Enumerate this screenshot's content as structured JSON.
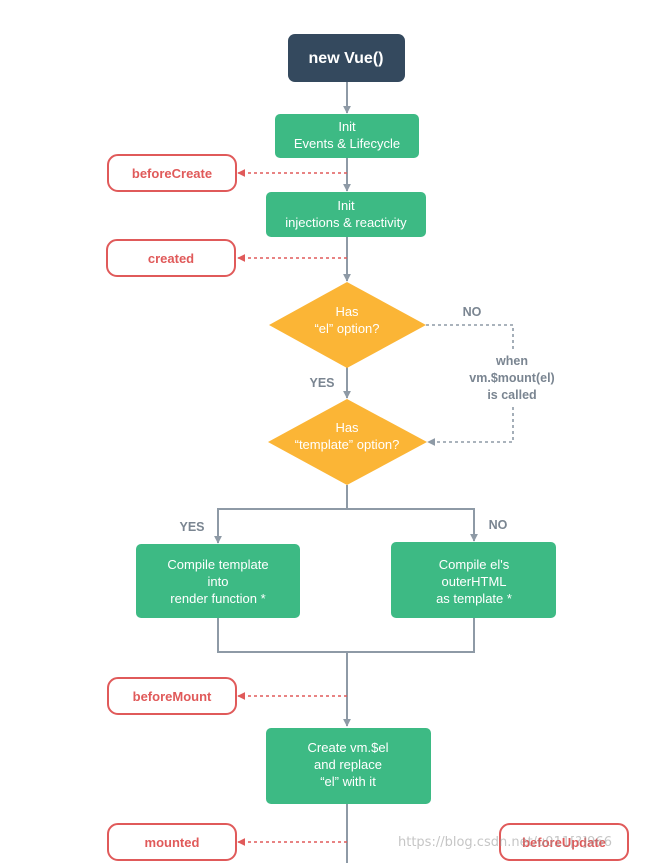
{
  "root": {
    "label": "new Vue()"
  },
  "steps": {
    "init_events": [
      "Init",
      "Events & Lifecycle"
    ],
    "init_injections": [
      "Init",
      "injections & reactivity"
    ],
    "compile_template": [
      "Compile template",
      "into",
      "render function *"
    ],
    "compile_el": [
      "Compile el's",
      "outerHTML",
      "as template *"
    ],
    "create_el": [
      "Create vm.$el",
      "and replace",
      "“el” with it"
    ]
  },
  "conditions": {
    "has_el": [
      "Has",
      "“el” option?"
    ],
    "has_template": [
      "Has",
      "“template” option?"
    ]
  },
  "hooks": {
    "before_create": "beforeCreate",
    "created": "created",
    "before_mount": "beforeMount",
    "mounted": "mounted",
    "before_update": "beforeUpdate"
  },
  "edge_labels": {
    "el_no": "NO",
    "el_yes": "YES",
    "template_yes": "YES",
    "template_no": "NO",
    "mount_call": [
      "when",
      "vm.$mount(el)",
      "is called"
    ]
  },
  "watermark": "https://blog.csdn.net/u011[?]966",
  "colors": {
    "green": "#3dba84",
    "navy": "#34495e",
    "amber": "#fbb536",
    "hook_red": "#e05a5a",
    "line_gray": "#8e9aa6"
  }
}
